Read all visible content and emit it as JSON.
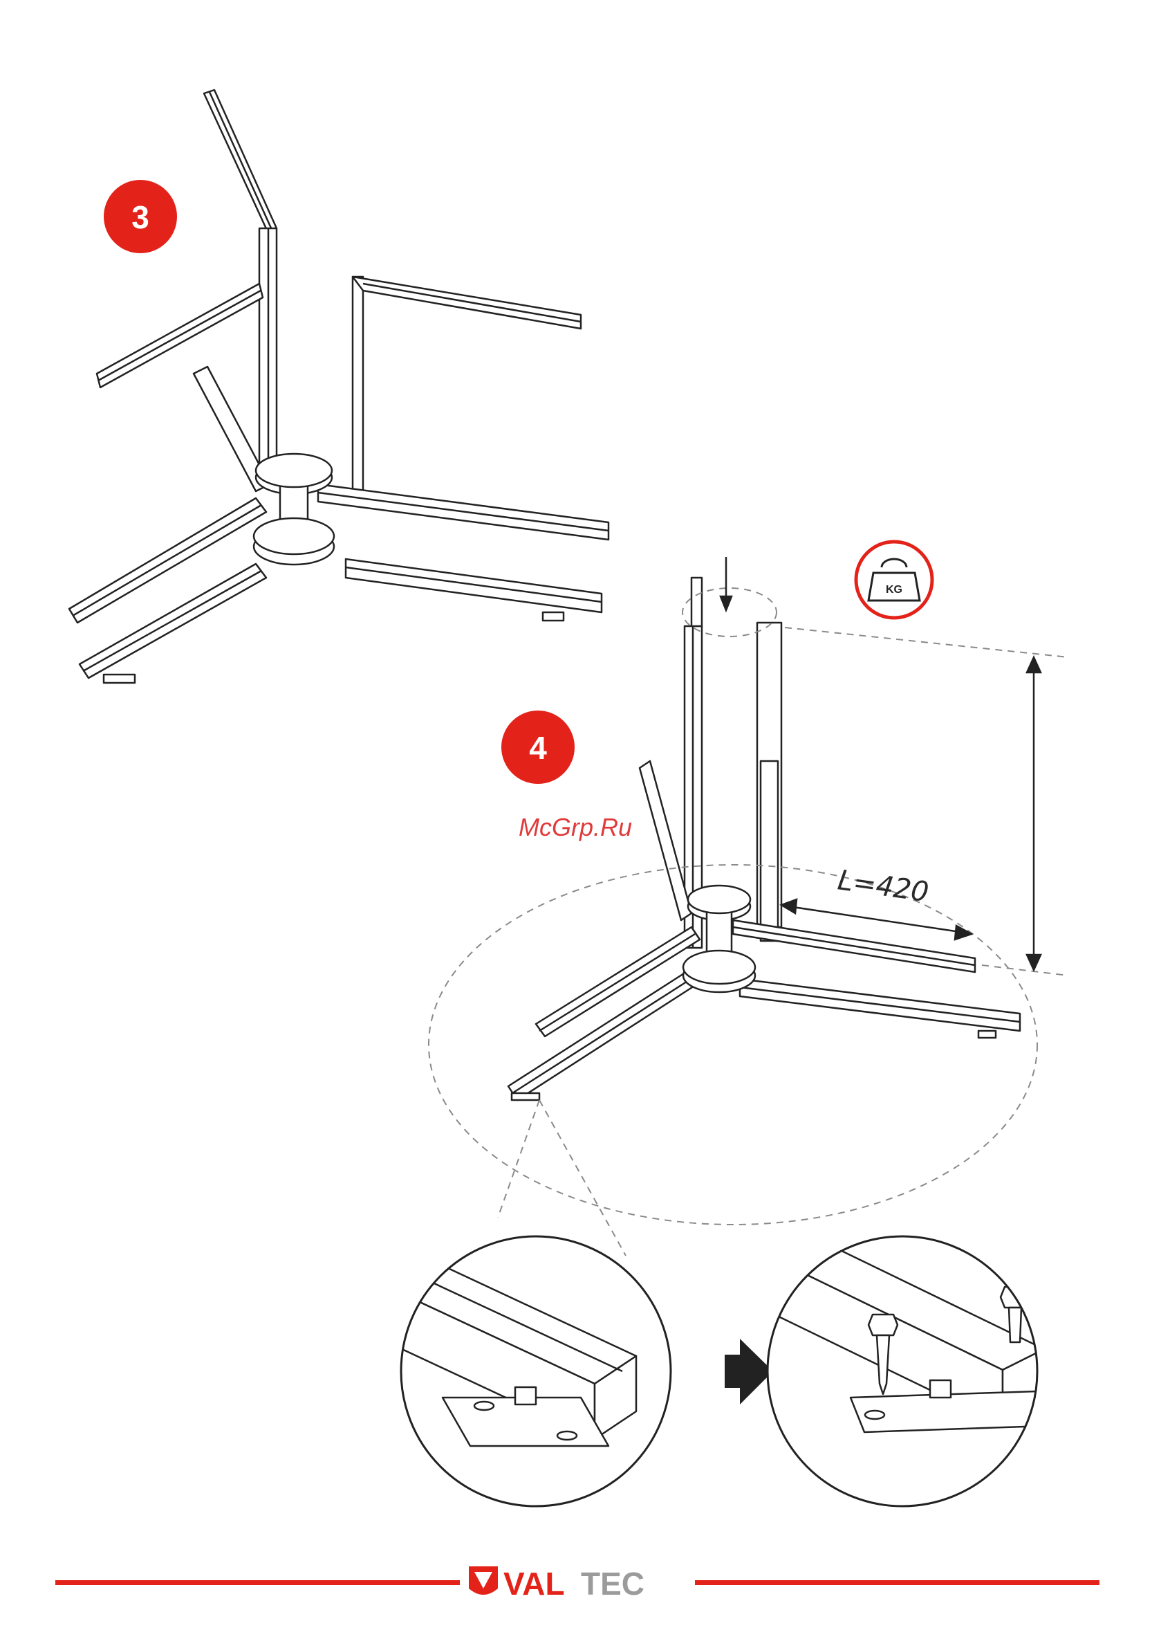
{
  "steps": {
    "step3": {
      "number": "3"
    },
    "step4": {
      "number": "4"
    }
  },
  "annotations": {
    "length_label": "L=420",
    "weight_icon_label": "KG",
    "watermark": "McGrp.Ru"
  },
  "brand": {
    "logo_text_dark": "VAL",
    "logo_text_light": "TEC"
  },
  "colors": {
    "accent_red": "#e32219",
    "line_dark": "#222222",
    "dash_gray": "#8a8a8a",
    "logo_gray": "#9b9b9b"
  },
  "icons": [
    "weight-kg-icon",
    "arrow-right-icon",
    "down-arrow-icon",
    "valtec-shield-icon"
  ]
}
